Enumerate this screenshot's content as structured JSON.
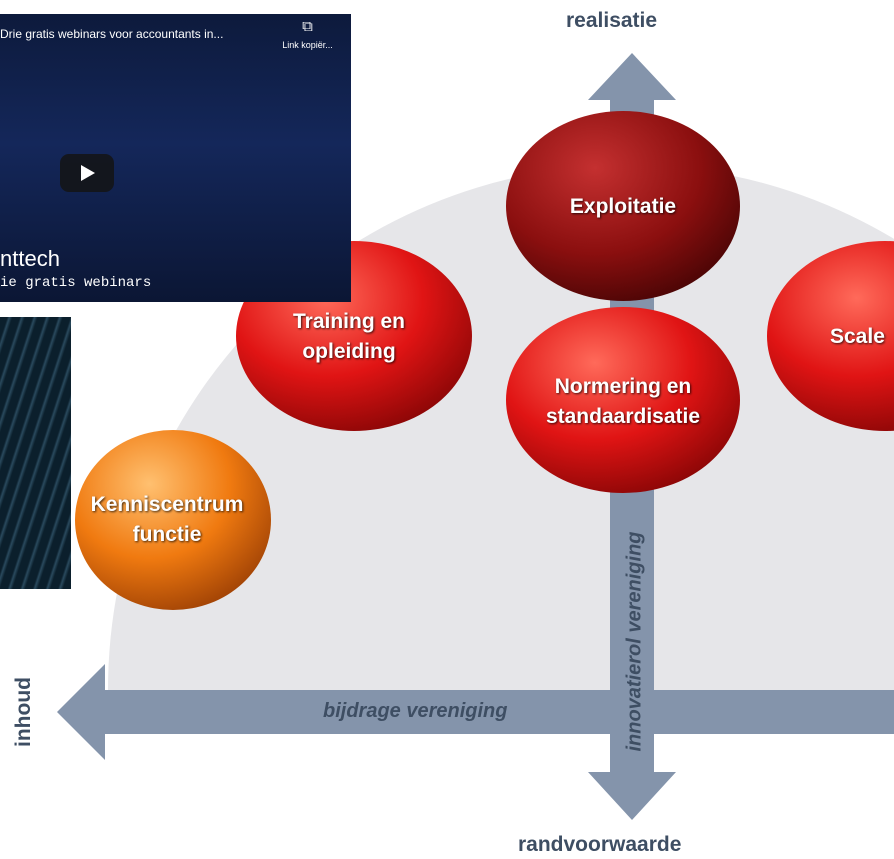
{
  "axes": {
    "top": "realisatie",
    "bottom": "randvoorwaarde",
    "left": "inhoud",
    "horizontal_caption": "bijdrage vereniging",
    "vertical_caption": "innovatierol vereniging"
  },
  "bubbles": [
    {
      "lines": [
        "Exploitatie"
      ],
      "color": "#8b0f0f"
    },
    {
      "lines": [
        "Training en",
        "opleiding"
      ],
      "color": "#e01414"
    },
    {
      "lines": [
        "Normering en",
        "standaardisatie"
      ],
      "color": "#e01414"
    },
    {
      "lines": [
        "Scale"
      ],
      "color": "#e01414"
    },
    {
      "lines": [
        "Kenniscentrum",
        "functie"
      ],
      "color": "#f07a10"
    }
  ],
  "video": {
    "title": "Drie gratis webinars voor accountants in...",
    "copy_icon": "copy-icon",
    "copy_label": "Link kopiër...",
    "play_icon": "play-icon",
    "headline": "nttech",
    "subline": "ie gratis webinars"
  },
  "colors": {
    "arrow": "#8494ab",
    "semicircle": "#e6e6e9",
    "label": "#3e4e63"
  }
}
